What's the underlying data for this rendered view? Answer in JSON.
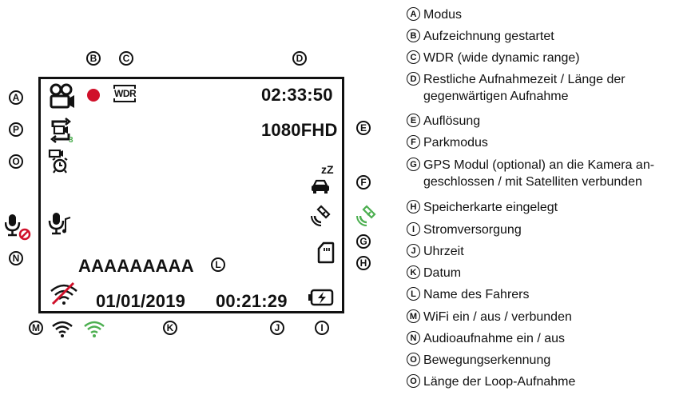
{
  "screen": {
    "remaining_time": "02:33:50",
    "resolution": "1080FHD",
    "driver_name": "AAAAAAAAA",
    "date": "01/01/2019",
    "time": "00:21:29",
    "wdr_badge": "WDR",
    "sleep_text": "zZ"
  },
  "callouts": [
    "A",
    "B",
    "C",
    "D",
    "E",
    "F",
    "G",
    "H",
    "I",
    "J",
    "K",
    "L",
    "M",
    "N",
    "O",
    "P"
  ],
  "legend": [
    {
      "letter": "A",
      "text": "Modus"
    },
    {
      "letter": "B",
      "text": "Aufzeichnung gestartet"
    },
    {
      "letter": "C",
      "text": "WDR (wide dynamic range)"
    },
    {
      "letter": "D",
      "text": "Restliche Aufnahmezeit / Länge der\ngegenwärtigen Aufnahme"
    },
    {
      "letter": "E",
      "text": "Auflösung"
    },
    {
      "letter": "F",
      "text": "Parkmodus"
    },
    {
      "letter": "G",
      "text": "GPS Modul (optional) an die Kamera an-\ngeschlossen / mit Satelliten verbunden"
    },
    {
      "letter": "H",
      "text": "Speicherkarte eingelegt"
    },
    {
      "letter": "I",
      "text": "Stromversorgung"
    },
    {
      "letter": "J",
      "text": "Uhrzeit"
    },
    {
      "letter": "K",
      "text": "Datum"
    },
    {
      "letter": "L",
      "text": "Name des Fahrers"
    },
    {
      "letter": "M",
      "text": "WiFi ein / aus / verbunden"
    },
    {
      "letter": "N",
      "text": "Audioaufnahme ein / aus"
    },
    {
      "letter": "O",
      "text": "Bewegungserkennung"
    },
    {
      "letter": "O",
      "text": "Länge der Loop-Aufnahme"
    }
  ],
  "icons": [
    "camera-mode-icon",
    "record-dot-icon",
    "wdr-icon",
    "loop-recording-icon",
    "motion-detection-icon",
    "parking-mode-icon",
    "gps-icon",
    "gps-connected-icon",
    "sd-card-icon",
    "power-icon",
    "microphone-icon",
    "microphone-off-icon",
    "wifi-off-icon",
    "wifi-icon",
    "wifi-connected-icon"
  ],
  "colors": {
    "record": "#d0102a",
    "green": "#4caf50",
    "red": "#d0102a",
    "ink": "#111111"
  }
}
